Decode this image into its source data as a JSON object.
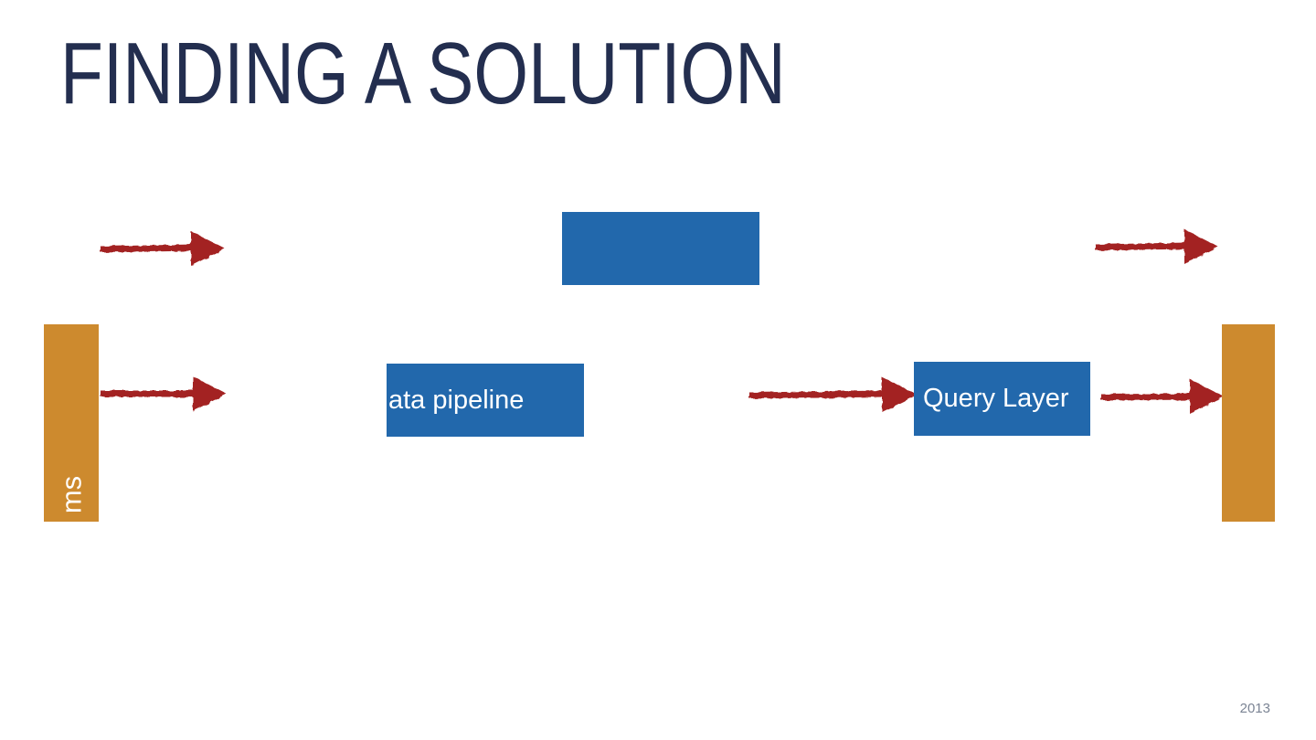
{
  "slide": {
    "title": "FINDING A SOLUTION",
    "footer_year": "2013"
  },
  "diagram": {
    "boxes": [
      {
        "id": "top-box",
        "label": ""
      },
      {
        "id": "pipeline-box",
        "label": "ata pipeline"
      },
      {
        "id": "query-box",
        "label": "Query Layer"
      }
    ],
    "left_bar_label": "ms",
    "arrow_icons": [
      "arrow-top-left",
      "arrow-top-right",
      "arrow-middle-left",
      "arrow-middle-center",
      "arrow-middle-right"
    ],
    "divider_lines": 2
  },
  "colors": {
    "title_navy": "#232e4f",
    "box_blue": "#2268ac",
    "bar_orange": "#cd8a2e",
    "arrow_red": "#a32421",
    "line_gray": "#9a9a9a",
    "footer_gray": "#7b8494",
    "text_white": "#ffffff"
  }
}
